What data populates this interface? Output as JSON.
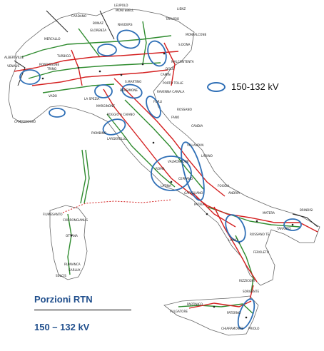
{
  "legend": {
    "label": "150-132 kV",
    "ellipse_color": "#2f6fb6"
  },
  "title": "Porzioni RTN",
  "subtitle": "150 – 132 kV",
  "colors": {
    "line_380": "#d42020",
    "line_220": "#2e8b2e",
    "line_dark": "#222222",
    "highlight": "#2f6fb6",
    "title": "#1f4e8c"
  },
  "map_labels": [
    "LEUPOLD",
    "MONTEBELL",
    "LIENZ",
    "BONAZ",
    "CARDANO",
    "GLORENZA",
    "NAUDERS",
    "PORTO TOLLE",
    "S.DONA",
    "MALCONTENTA",
    "DOLO",
    "CAMIN",
    "MONFALCONE",
    "ALBERTVILLE",
    "VENAUS",
    "MERCALLO",
    "TURBIGO",
    "RONDISSONE",
    "TRINO",
    "LA SPEZIA",
    "VADO",
    "CAMPOROSSO",
    "MARGINONE",
    "POGGIO A CAIANO",
    "S.MARTINO",
    "RAVENNA CANALA",
    "FORLI",
    "ROSSANO",
    "CANDIA",
    "PIOMBINO",
    "LARDERELLO",
    "ROMA",
    "VALMONTONE",
    "LATINA",
    "GARIGLIANO",
    "VILLANOVA",
    "LARINO",
    "FOGGIA",
    "ANDRIA",
    "BRINDISI",
    "TARANTO",
    "MATERA",
    "LAINO",
    "ROSSANO TE",
    "FEROLETO",
    "RIZZICONI",
    "SORGENTE",
    "PATERNO",
    "PRIOLO",
    "FULGATORE",
    "PARTINICO",
    "CHIARAMONTE",
    "FIUMESANTO",
    "CODRONGIANUS",
    "OTTANA",
    "TARVISIO",
    "RUMIANCA",
    "SARLUX",
    "SULCIS",
    "BRASIMONE",
    "FANO",
    "CEPRANO",
    "PATRIA"
  ]
}
